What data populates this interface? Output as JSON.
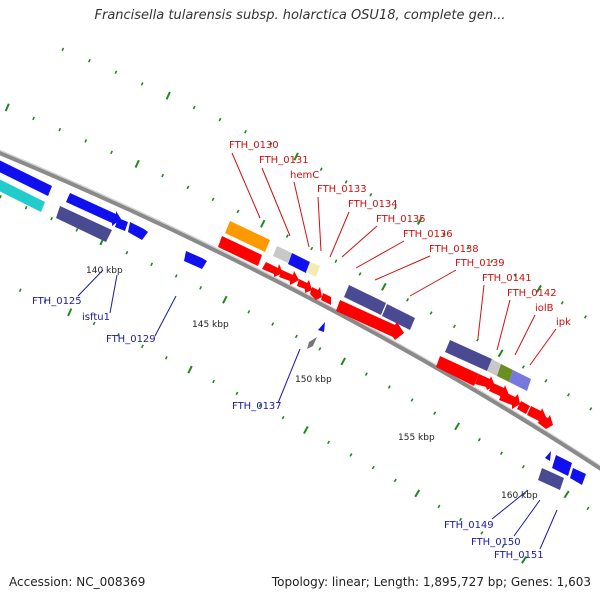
{
  "title": "Francisella tularensis subsp. holarctica OSU18, complete gen...",
  "footer": {
    "accession": "Accession: NC_008369",
    "stats": "Topology: linear; Length: 1,895,727 bp; Genes: 1,603"
  },
  "colors": {
    "backbone": "#8a8a8a",
    "tick": "#1f8a1f",
    "label_top": "#d01010",
    "label_bottom": "#1a1aa8",
    "red": "#ff0000",
    "blue": "#1010ee",
    "navy": "#4a4a92",
    "orange": "#ff9900",
    "cyan": "#22cccc",
    "gray": "#c8c8c8",
    "pale": "#f2ecb0",
    "olive": "#6b8e23",
    "lavender": "#7777dd"
  },
  "scale_labels": [
    "140 kbp",
    "145 kbp",
    "150 kbp",
    "155 kbp",
    "160 kbp"
  ],
  "top_labels": [
    "FTH_0130",
    "FTH_0131",
    "hemC",
    "FTH_0133",
    "FTH_0134",
    "FTH_0135",
    "FTH_0136",
    "FTH_0138",
    "FTH_0139",
    "FTH_0141",
    "FTH_0142",
    "iolB",
    "ipk"
  ],
  "bottom_labels": [
    "FTH_0125",
    "isftu1",
    "FTH_0129",
    "FTH_0137",
    "FTH_0149",
    "FTH_0150",
    "FTH_0151"
  ]
}
